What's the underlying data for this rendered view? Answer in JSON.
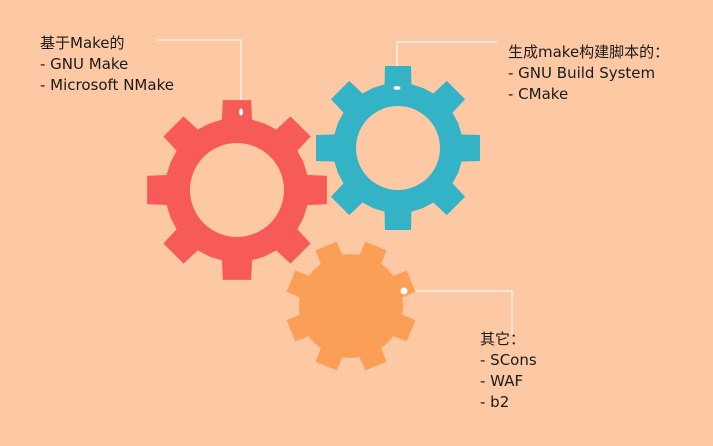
{
  "colors": {
    "background": "#FDC9A5",
    "gear_red": "#F75B57",
    "gear_teal": "#35B3C6",
    "gear_orange": "#FC9F56",
    "connector": "#FFFFFF"
  },
  "groups": [
    {
      "heading": "基于Make的",
      "items": [
        "- GNU Make",
        "- Microsoft NMake"
      ]
    },
    {
      "heading": "生成make构建脚本的：",
      "items": [
        "- GNU Build System",
        "- CMake"
      ]
    },
    {
      "heading": "其它：",
      "items": [
        "- SCons",
        "- WAF",
        "- b2"
      ]
    }
  ]
}
